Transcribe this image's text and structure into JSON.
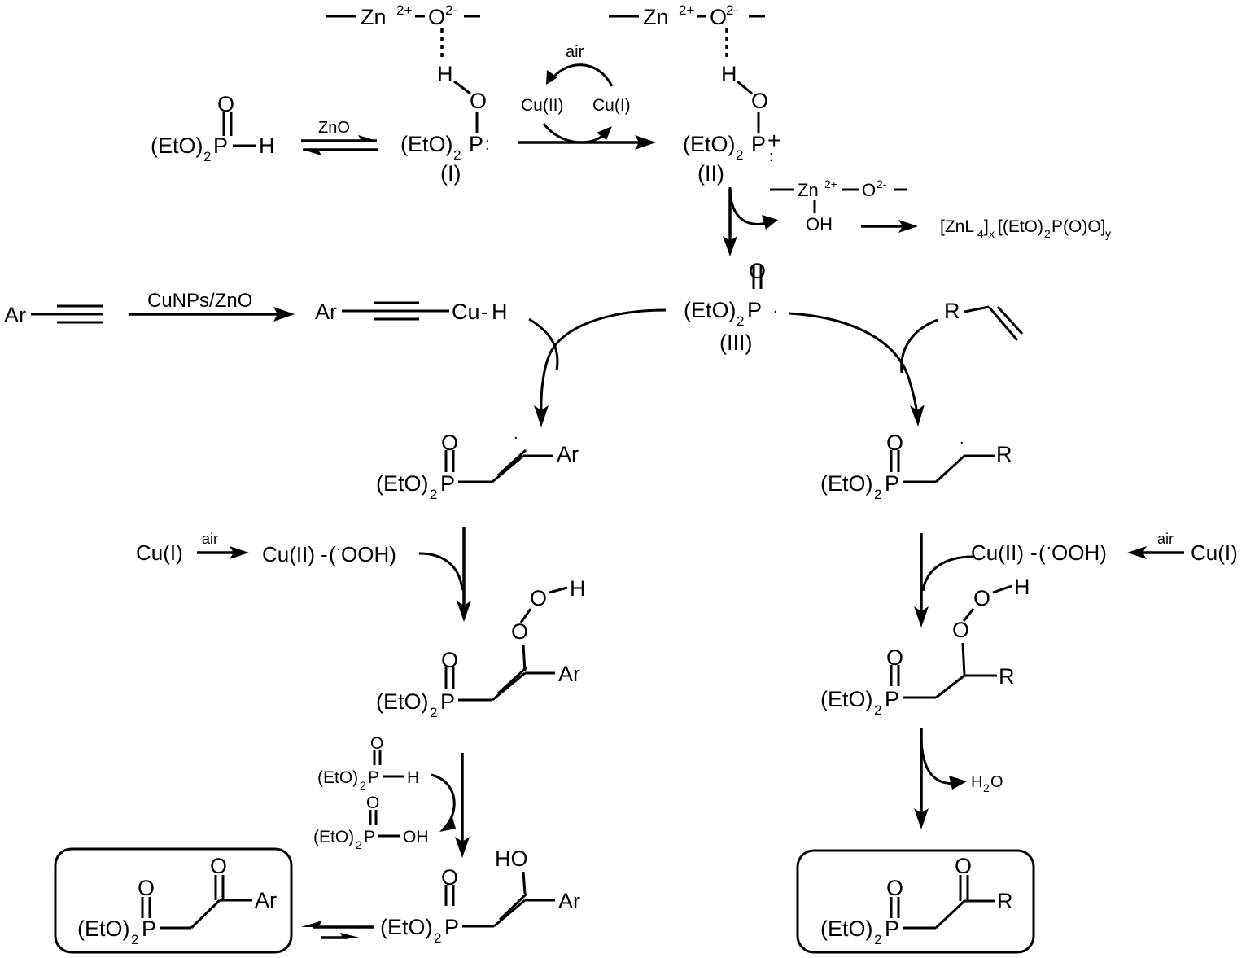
{
  "molecules": {
    "dep": "(EtO)₂P—H",
    "I": {
      "label": "(I)",
      "surface": "—Zn²⁺—O²⁻—"
    },
    "II": {
      "label": "(II)",
      "surface": "—Zn²⁺—O²⁻—"
    },
    "III": {
      "label": "(III)"
    },
    "zn_oh": "—Zn²⁺—O²⁻— OH",
    "zinc_salt": "[ZnL₄]ₓ [(EtO)₂P(O)O]ᵧ",
    "aryl_alkyne": "Ar—≡",
    "cu_acetylide": "Ar—≡—Cu-H",
    "alkene": "R—CH=CH₂",
    "h2o": "H₂O"
  },
  "reagents": {
    "zno": "ZnO",
    "air": "air",
    "cu2": "Cu(II)",
    "cu1": "Cu(I)",
    "cunps": "CuNPs/ZnO",
    "cu1_left": "Cu(I)",
    "air_left": "air",
    "cu_ooh_left": "Cu(II)-(˙OOH)",
    "cu_ooh_right": "Cu(II)-(˙OOH)",
    "air_right": "air",
    "cu1_right": "Cu(I)",
    "dep_side": "(EtO)₂P(O)H",
    "dep_acid": "(EtO)₂P(O)OH"
  },
  "products": {
    "left": "(EtO)₂P(O)CH₂C(O)Ar",
    "right": "(EtO)₂P(O)CH₂C(O)R"
  }
}
